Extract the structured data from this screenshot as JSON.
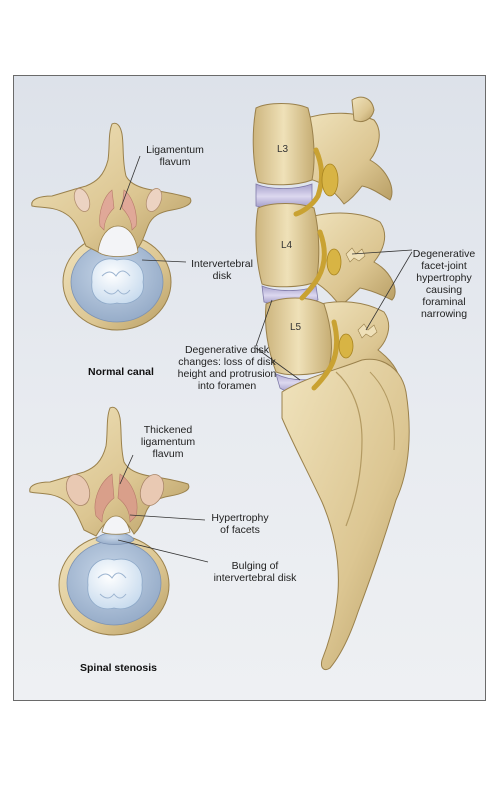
{
  "figure": {
    "normal": {
      "caption": "Normal canal",
      "ligamentum_label": "Ligamentum\nflavum",
      "disk_label": "Intervertebral\ndisk"
    },
    "stenosis": {
      "caption": "Spinal stenosis",
      "ligamentum_label": "Thickened\nligamentum\nflavum",
      "facet_label": "Hypertrophy\nof facets",
      "disk_label": "Bulging of\nintervertebral disk"
    },
    "spine": {
      "vertebra_labels": [
        "L3",
        "L4",
        "L5"
      ],
      "facet_label": "Degenerative\nfacet-joint\nhypertrophy\ncausing\nforaminal\nnarrowing",
      "disk_label": "Degenerative disk\nchanges: loss of disk\nheight and protrusion\ninto foramen"
    },
    "colors": {
      "bone": "#e2cf9d",
      "bone_shadow": "#b39a62",
      "disk": "#b9b4d6",
      "nucleus": "#dbe9f4",
      "nerve": "#d6b23c",
      "panel_bg": "#e4e8ee"
    }
  }
}
